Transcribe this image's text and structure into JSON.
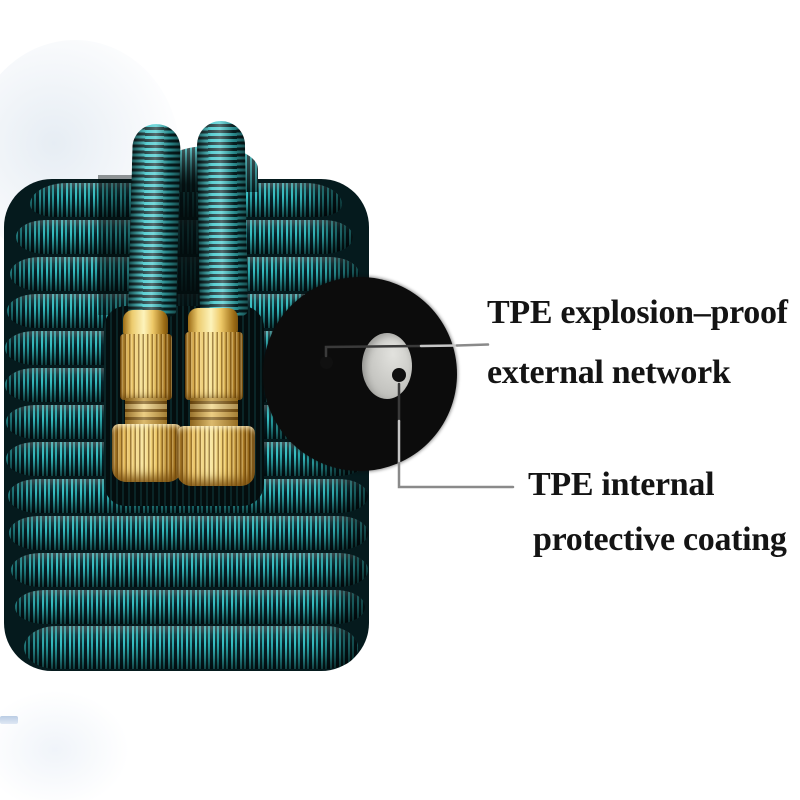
{
  "annotations": {
    "external": {
      "line1": "TPE explosion–proof",
      "line2": "external network"
    },
    "internal": {
      "line1": "TPE internal",
      "line2": "protective coating"
    }
  },
  "colors": {
    "background": "#ffffff",
    "hose_teal_bright": "#35bfc3",
    "hose_teal_mid": "#2aa9ad",
    "hose_dark": "#07232a",
    "brass_light": "#f8e69e",
    "brass_mid": "#e7bc5a",
    "brass_dark": "#6e4a0e",
    "inset_background": "#0c0c0c",
    "cross_section_tube": "#ffffff",
    "cross_section_bore": "#c6c6c2",
    "callout_line": "#8a8a8a",
    "text": "#141414"
  }
}
